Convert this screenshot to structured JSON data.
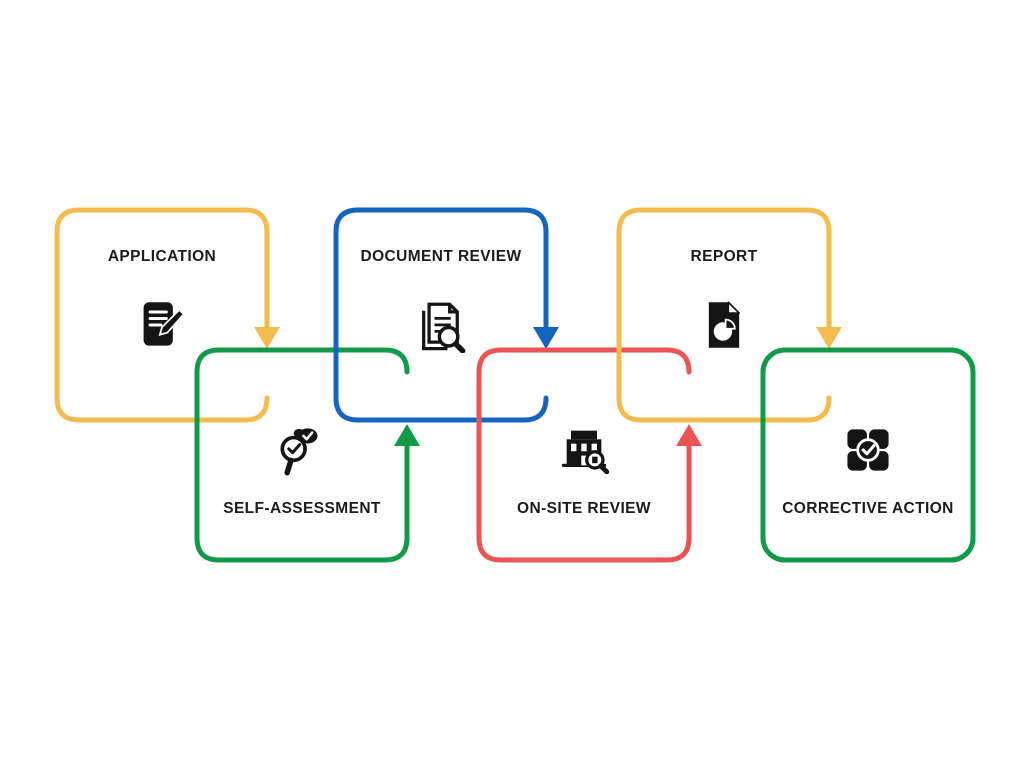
{
  "diagram": {
    "type": "process-flow",
    "colors": {
      "yellow": "#F4BC4E",
      "blue": "#1565C0",
      "green": "#119A48",
      "red": "#EA5455",
      "icon": "#151515",
      "label": "#1C1C1C",
      "background": "#FFFFFF"
    },
    "steps": [
      {
        "label": "APPLICATION",
        "color": "#F4BC4E",
        "icon": "document-pen-icon",
        "row": "top"
      },
      {
        "label": "SELF-ASSESSMENT",
        "color": "#119A48",
        "icon": "magnifier-check-icon",
        "row": "bottom"
      },
      {
        "label": "DOCUMENT REVIEW",
        "color": "#1565C0",
        "icon": "document-magnifier-icon",
        "row": "top"
      },
      {
        "label": "ON-SITE REVIEW",
        "color": "#EA5455",
        "icon": "building-magnifier-icon",
        "row": "bottom"
      },
      {
        "label": "REPORT",
        "color": "#F4BC4E",
        "icon": "pie-report-icon",
        "row": "top"
      },
      {
        "label": "CORRECTIVE ACTION",
        "color": "#119A48",
        "icon": "puzzle-check-icon",
        "row": "bottom"
      }
    ],
    "arrows": [
      {
        "from": "APPLICATION",
        "to": "SELF-ASSESSMENT",
        "color": "#F4BC4E",
        "direction": "down"
      },
      {
        "from": "SELF-ASSESSMENT",
        "to": "DOCUMENT REVIEW",
        "color": "#119A48",
        "direction": "up"
      },
      {
        "from": "DOCUMENT REVIEW",
        "to": "ON-SITE REVIEW",
        "color": "#1565C0",
        "direction": "down"
      },
      {
        "from": "ON-SITE REVIEW",
        "to": "REPORT",
        "color": "#EA5455",
        "direction": "up"
      },
      {
        "from": "REPORT",
        "to": "CORRECTIVE ACTION",
        "color": "#F4BC4E",
        "direction": "down"
      }
    ]
  }
}
